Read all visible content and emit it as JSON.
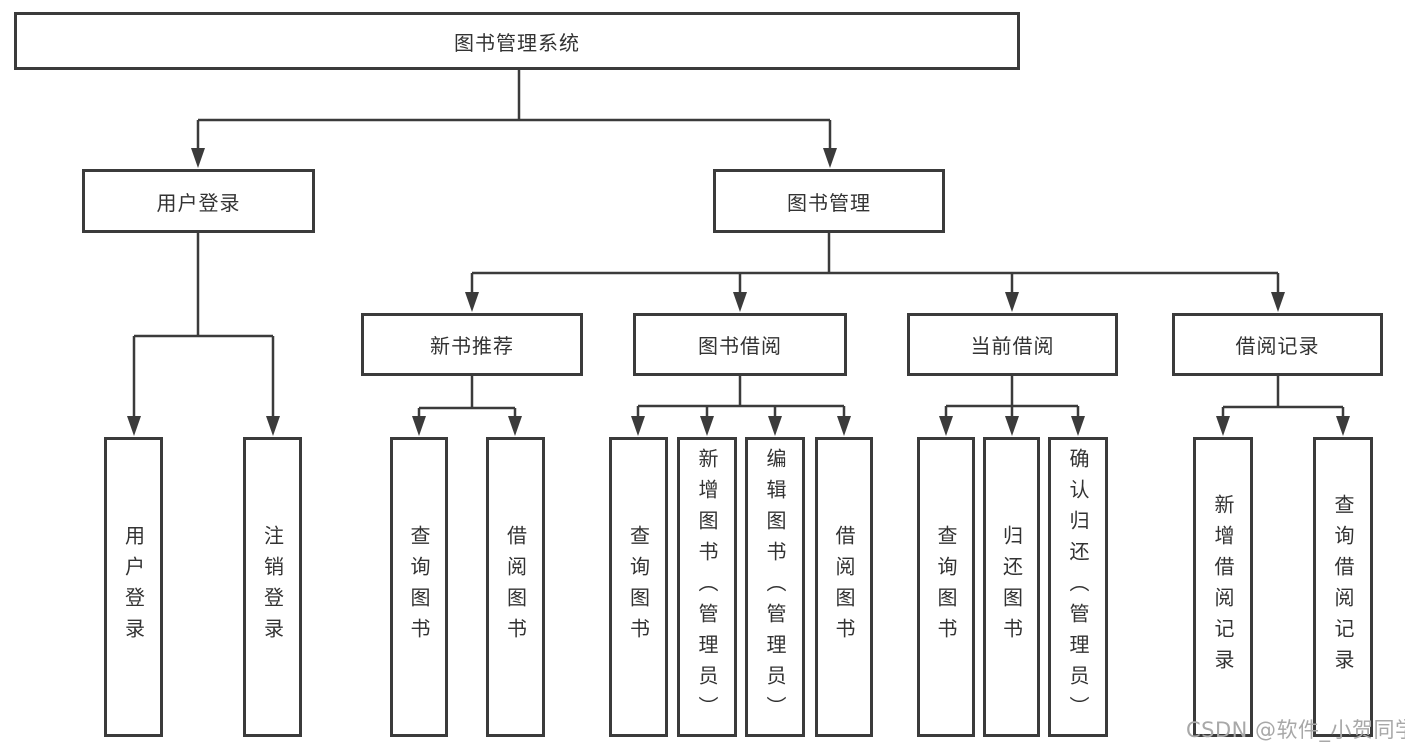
{
  "diagram_type": "hierarchy-tree",
  "colors": {
    "line": "#3b3b3b",
    "box_border": "#3b3b3b",
    "box_background": "#ffffff",
    "text": "#333333",
    "watermark": "#a8a8a8"
  },
  "tree": {
    "label": "图书管理系统",
    "children": [
      {
        "label": "用户登录",
        "children": [
          {
            "label": "用户登录"
          },
          {
            "label": "注销登录"
          }
        ]
      },
      {
        "label": "图书管理",
        "children": [
          {
            "label": "新书推荐",
            "children": [
              {
                "label": "查询图书"
              },
              {
                "label": "借阅图书"
              }
            ]
          },
          {
            "label": "图书借阅",
            "children": [
              {
                "label": "查询图书"
              },
              {
                "label": "新增图书（管理员）"
              },
              {
                "label": "编辑图书（管理员）"
              },
              {
                "label": "借阅图书"
              }
            ]
          },
          {
            "label": "当前借阅",
            "children": [
              {
                "label": "查询图书"
              },
              {
                "label": "归还图书"
              },
              {
                "label": "确认归还（管理员）"
              }
            ]
          },
          {
            "label": "借阅记录",
            "children": [
              {
                "label": "新增借阅记录"
              },
              {
                "label": "查询借阅记录"
              }
            ]
          }
        ]
      }
    ]
  },
  "watermark": {
    "text": "CSDN @软件_小贺同学"
  }
}
